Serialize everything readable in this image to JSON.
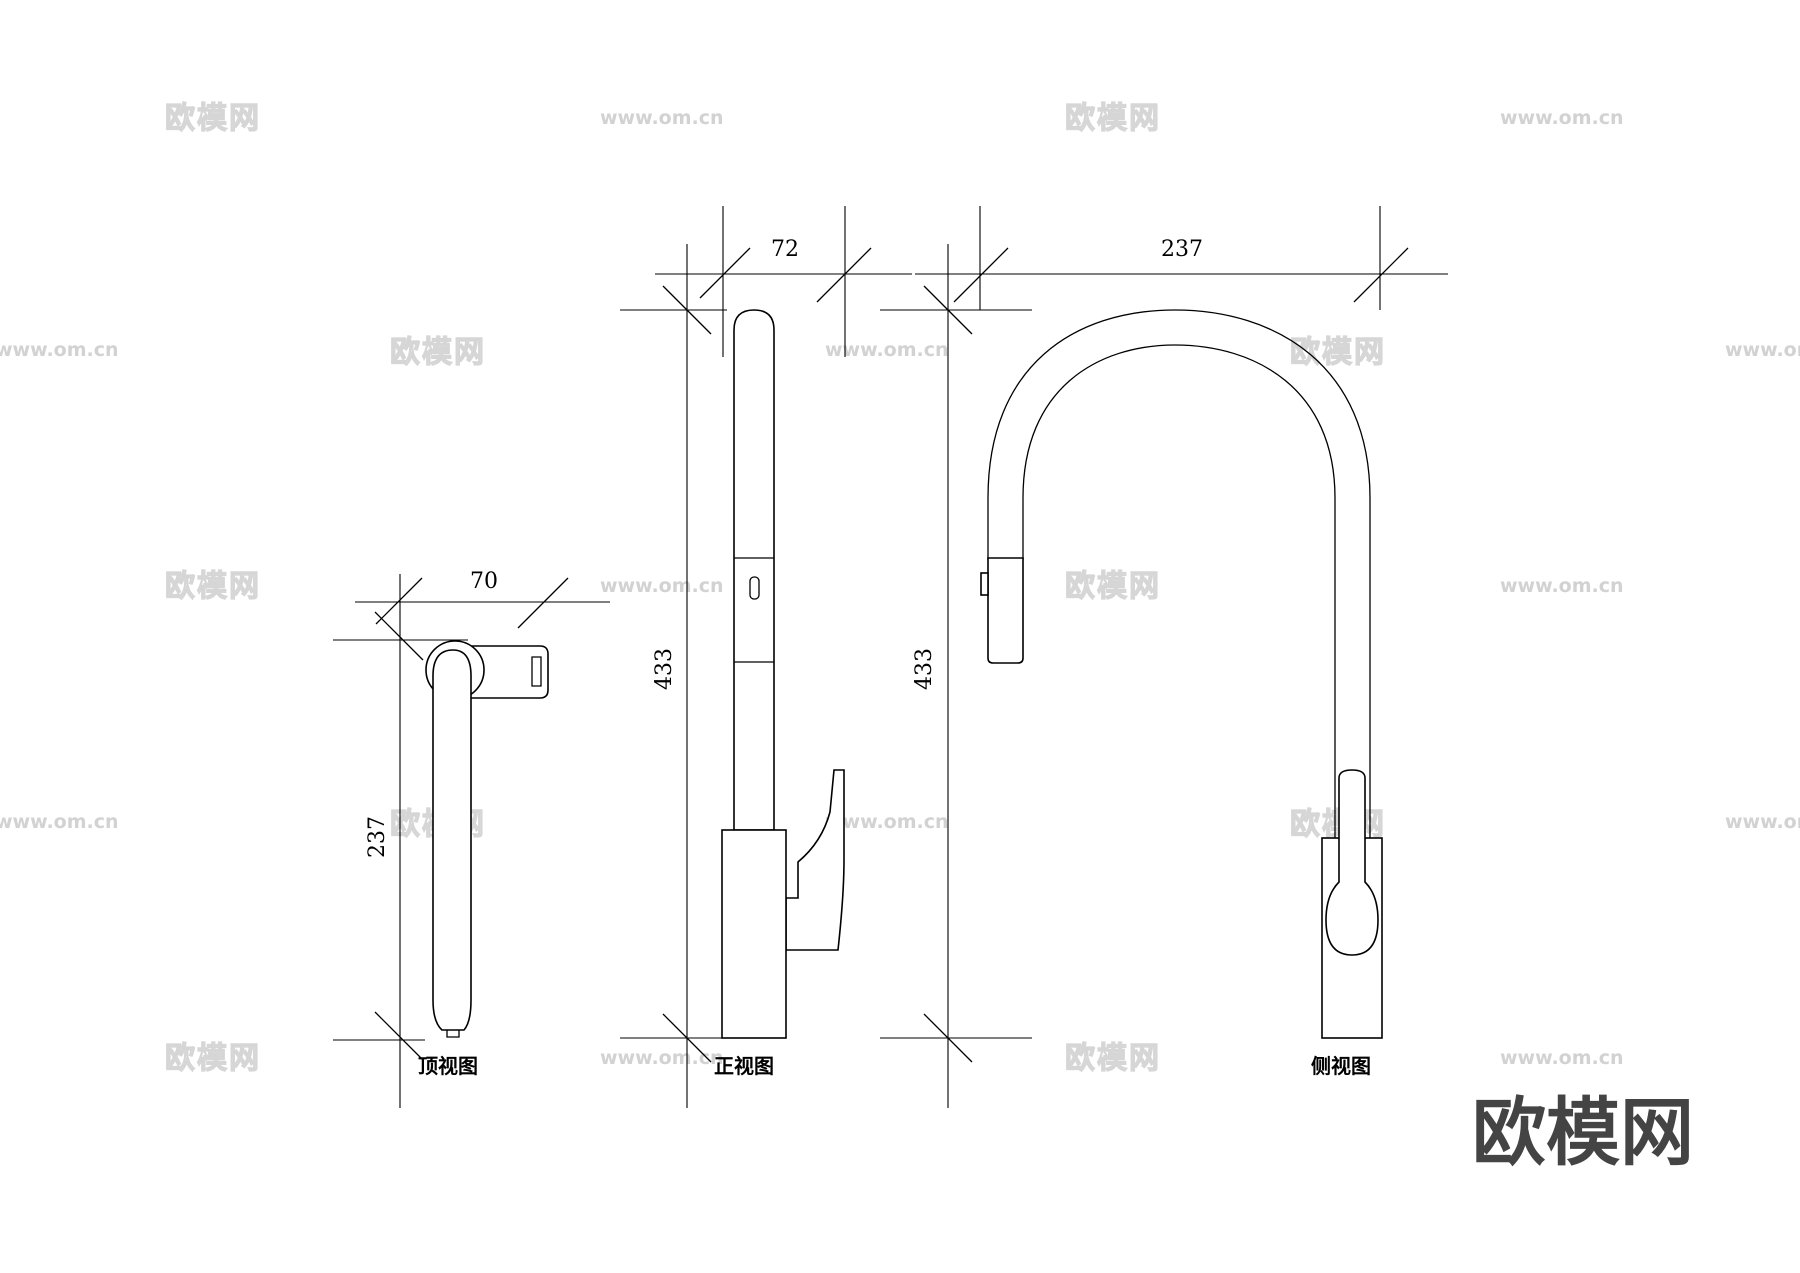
{
  "drawing": {
    "views": {
      "top": {
        "label": "顶视图",
        "dim_width": "70",
        "dim_length": "237"
      },
      "front": {
        "label": "正视图",
        "dim_width": "72",
        "dim_height": "433"
      },
      "side": {
        "label": "侧视图",
        "dim_reach": "237",
        "dim_height": "433"
      }
    }
  },
  "watermark": {
    "brand": "欧模网",
    "url": "www.om.cn"
  },
  "logo": {
    "text": "欧模网"
  }
}
